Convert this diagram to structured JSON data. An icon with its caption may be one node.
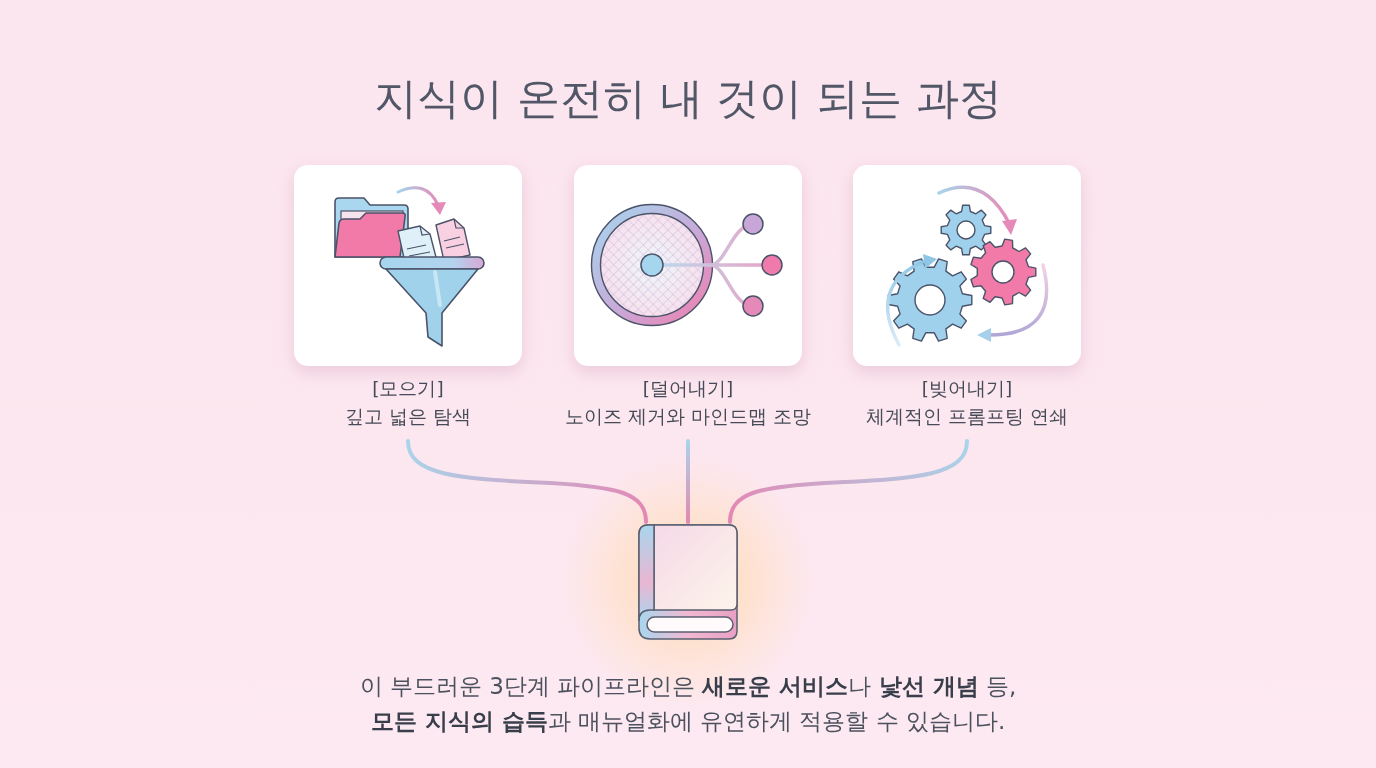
{
  "diagram": {
    "title": "지식이 온전히 내 것이 되는 과정",
    "nodes": [
      {
        "text": [
          "[모으기]",
          "깊고 넓은 탐색"
        ]
      },
      {
        "text": [
          "[덜어내기]",
          "노이즈 제거와 마인드맵 조망"
        ]
      },
      {
        "text": [
          "[빚어내기]",
          "체계적인 프롬프팅 연쇄"
        ]
      },
      {
        "text": [],
        "shape": "picture"
      }
    ],
    "edges": [
      {
        "from": 0,
        "to": 3,
        "arrow": "none"
      },
      {
        "from": 1,
        "to": 3,
        "arrow": "none"
      },
      {
        "from": 2,
        "to": 3,
        "arrow": "none"
      }
    ],
    "caption": "이 부드러운 3단계 파이프라인은 **새로운 서비스**나 **낯선 개념** 등, **모든 지식의 습득**과 매뉴얼화에 유연하게 적용할 수 있습니다."
  }
}
